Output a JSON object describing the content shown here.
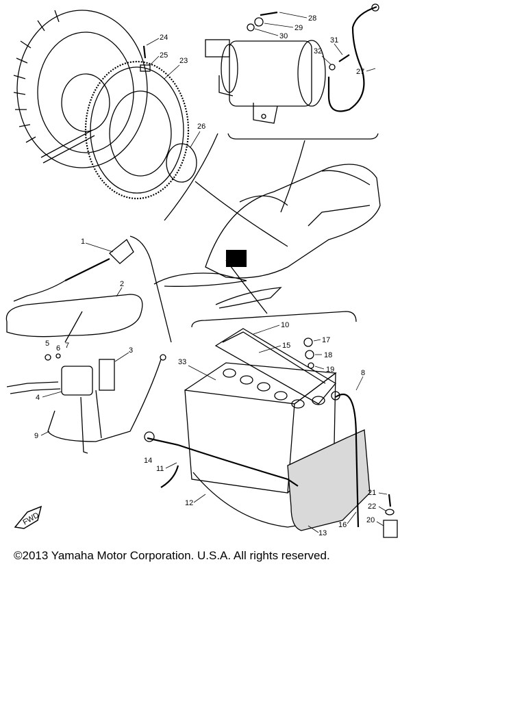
{
  "copyright": "©2013 Yamaha Motor Corporation. U.S.A. All rights reserved.",
  "fwd_label": "FWD",
  "callouts": [
    "1",
    "2",
    "3",
    "4",
    "5",
    "6",
    "7",
    "8",
    "9",
    "10",
    "11",
    "12",
    "13",
    "14",
    "15",
    "16",
    "17",
    "18",
    "19",
    "20",
    "21",
    "22",
    "23",
    "24",
    "25",
    "26",
    "27",
    "28",
    "29",
    "30",
    "31",
    "32",
    "33"
  ]
}
